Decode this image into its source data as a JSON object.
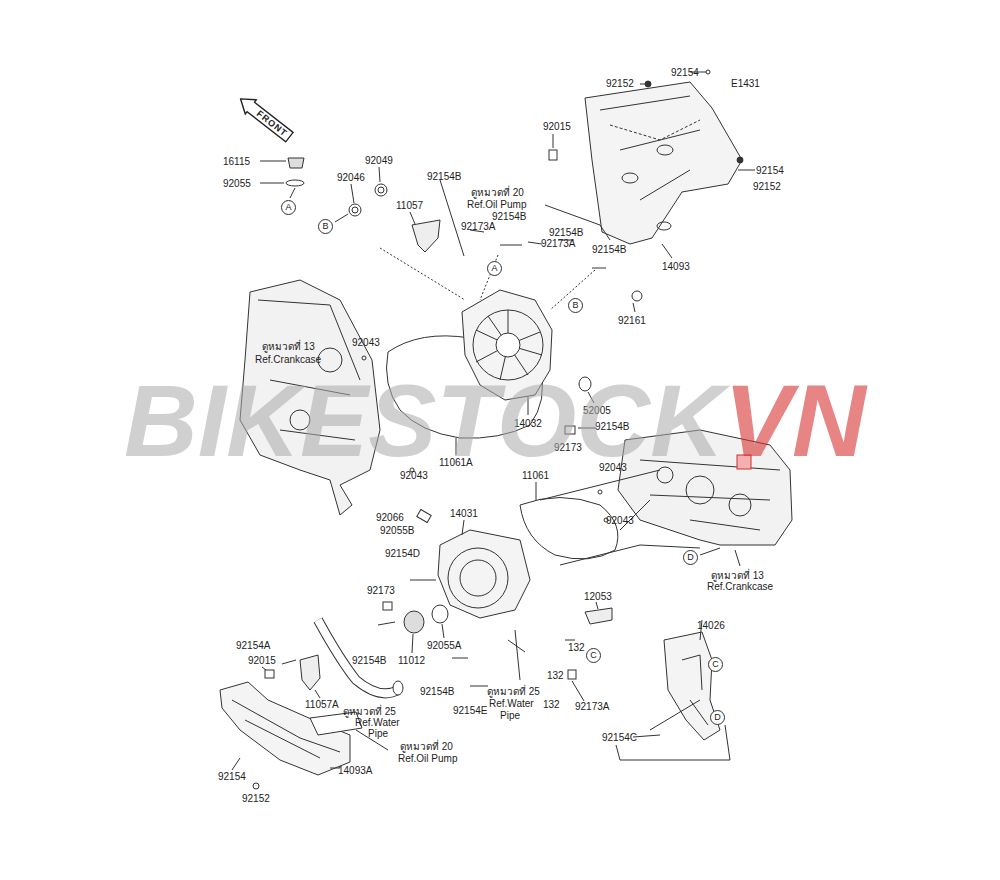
{
  "diagram": {
    "nodes": [
      {
        "text": [
          "FRONT"
        ]
      },
      {
        "text": [
          "A"
        ]
      },
      {
        "text": [
          "B"
        ]
      },
      {
        "text": [
          "A"
        ]
      },
      {
        "text": [
          "B"
        ]
      },
      {
        "text": [
          "D"
        ]
      },
      {
        "text": [
          "C"
        ]
      },
      {
        "text": [
          "C"
        ]
      },
      {
        "text": [
          "D"
        ]
      }
    ],
    "edges": [],
    "labels": [
      "E1431",
      "92154",
      "92152",
      "92015",
      "16115",
      "92049",
      "92154",
      "92046",
      "92154B",
      "92055",
      "92152",
      "ดูหมวดที่ 20",
      "Ref.Oil Pump",
      "11057",
      "92154B",
      "92173A",
      "92154B",
      "92173A",
      "92154B",
      "14093",
      "92161",
      "92043",
      "ดูหมวดที่ 13",
      "Ref.Crankcase",
      "52005",
      "14032",
      "92154B",
      "92173",
      "11061A",
      "92043",
      "92043",
      "11061",
      "92066",
      "14031",
      "92043",
      "92055B",
      "92154D",
      "ดูหมวดที่ 13",
      "Ref.Crankcase",
      "92173",
      "12053",
      "14026",
      "92154A",
      "92055A",
      "132",
      "92015",
      "92154B",
      "11012",
      "132",
      "92154B",
      "ดูหมวดที่ 25",
      "Ref.Water",
      "11057A",
      "132",
      "92173A",
      "92154E",
      "ดูหมวดที่ 25",
      "Pipe",
      "Ref.Water",
      "Pipe",
      "92154C",
      "ดูหมวดที่ 20",
      "Ref.Oil Pump",
      "14093A",
      "92154",
      "92152",
      "BIKESTOCK",
      "VN"
    ]
  }
}
